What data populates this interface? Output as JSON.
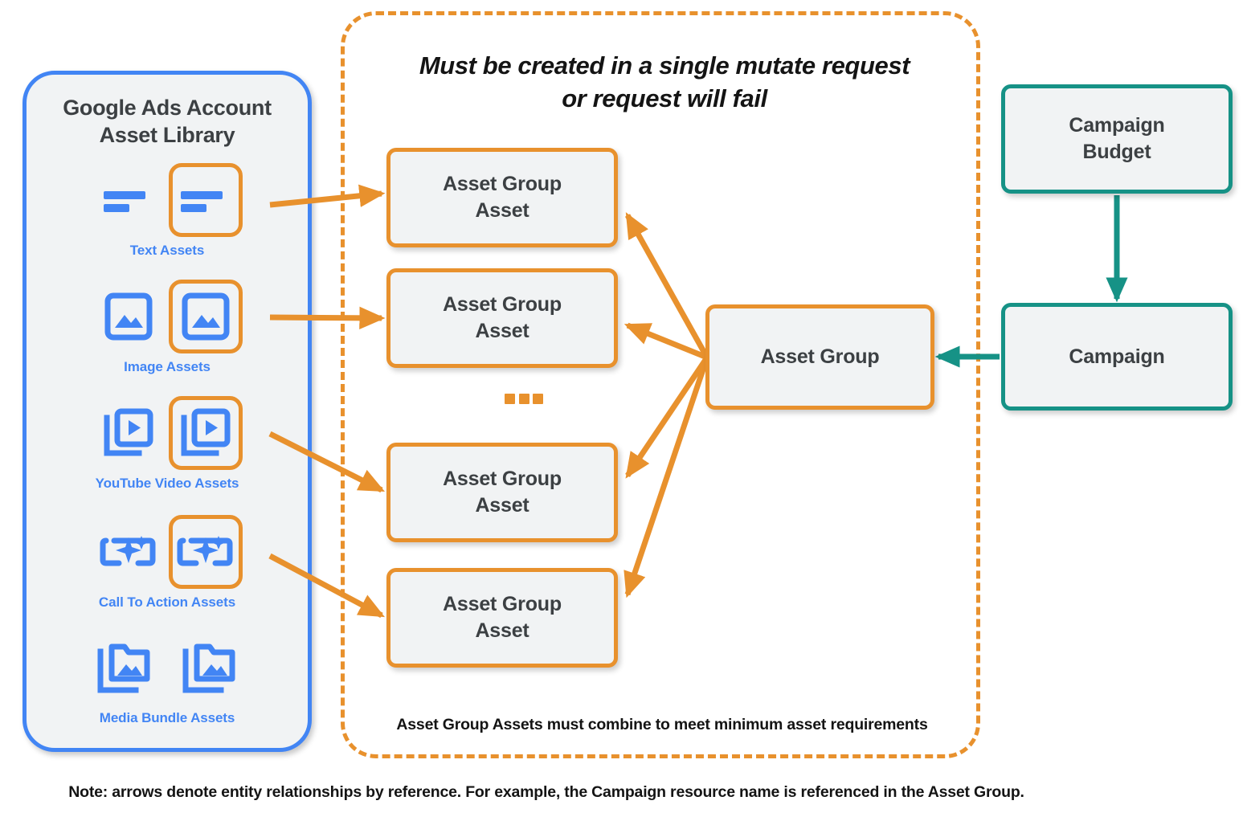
{
  "diagram": {
    "title_note": "Note: arrows denote entity relationships by reference. For example, the Campaign resource name is referenced in the Asset Group."
  },
  "asset_library": {
    "title": "Google Ads Account\nAsset Library",
    "title_line1": "Google Ads Account",
    "title_line2": "Asset Library",
    "border_color": "#4285F4",
    "fill_color": "#F1F3F4",
    "items": [
      {
        "label": "Text Assets",
        "icon": "text-lines-icon",
        "highlighted": true
      },
      {
        "label": "Image Assets",
        "icon": "image-icon",
        "highlighted": true
      },
      {
        "label": "YouTube Video  Assets",
        "icon": "video-play-stack-icon",
        "highlighted": true
      },
      {
        "label": "Call To Action Assets",
        "icon": "call-to-action-sparkle-icon",
        "highlighted": true
      },
      {
        "label": "Media Bundle  Assets",
        "icon": "media-bundle-folder-icon",
        "highlighted": false
      }
    ]
  },
  "mutate_box": {
    "title_line1": "Must be created in a single mutate request",
    "title_line2": "or request will fail",
    "footnote": "Asset Group Assets must combine to meet minimum asset requirements",
    "border_color": "#E8912D",
    "border_style": "dashed"
  },
  "nodes": {
    "asset_group_assets": [
      {
        "label_line1": "Asset Group",
        "label_line2": "Asset"
      },
      {
        "label_line1": "Asset Group",
        "label_line2": "Asset"
      },
      {
        "label_line1": "Asset Group",
        "label_line2": "Asset"
      },
      {
        "label_line1": "Asset Group",
        "label_line2": "Asset"
      }
    ],
    "ellipsis": "...",
    "asset_group": {
      "label": "Asset Group",
      "border_color": "#E8912D"
    },
    "campaign_budget": {
      "label_line1": "Campaign",
      "label_line2": "Budget",
      "border_color": "#169286"
    },
    "campaign": {
      "label": "Campaign",
      "border_color": "#169286"
    }
  },
  "colors": {
    "orange": "#E8912D",
    "blue": "#4285F4",
    "teal": "#169286",
    "node_fill": "#F1F3F4",
    "text_dark": "#3C4043"
  }
}
